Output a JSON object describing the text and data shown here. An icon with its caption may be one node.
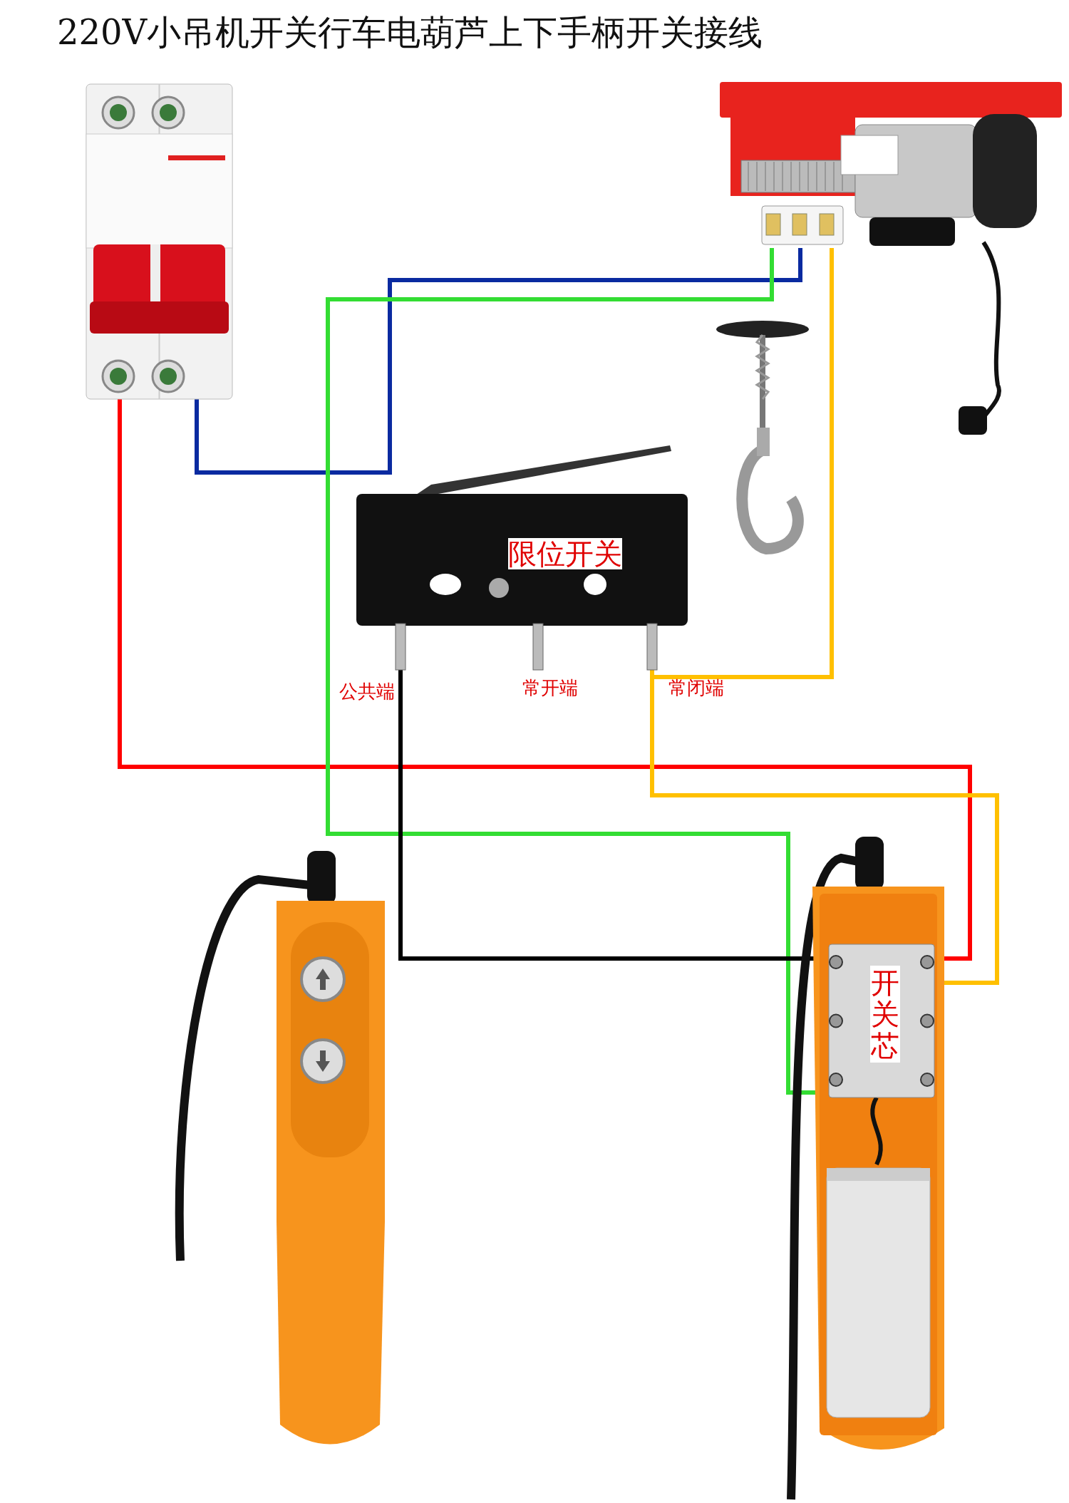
{
  "diagram": {
    "title": "220V小吊机开关行车电葫芦上下手柄开关接线",
    "nodes": [
      {
        "text": [],
        "shape": "picture"
      },
      {
        "text": [],
        "shape": "picture"
      },
      {
        "text": [
          "限位开关"
        ]
      },
      {
        "text": [],
        "shape": "picture"
      },
      {
        "text": [],
        "shape": "picture"
      },
      {
        "text": [
          "开关芯"
        ],
        "in": 4
      }
    ],
    "edges": [
      {
        "from": 0,
        "to": 5,
        "arrow": "none",
        "color": "#ff0000"
      },
      {
        "from": 0,
        "to": 1,
        "arrow": "none",
        "color": "#0a2aa0"
      },
      {
        "from": 1,
        "to": 5,
        "arrow": "none",
        "color": "#33dd33"
      },
      {
        "from": 1,
        "to": 2,
        "arrow": "none",
        "color": "#ffc000"
      },
      {
        "from": 2,
        "to": 5,
        "arrow": "none",
        "color": "#ffc000"
      },
      {
        "from": 2,
        "to": 5,
        "arrow": "none",
        "color": "#000000"
      }
    ],
    "labels": [
      "公共端",
      "常开端",
      "常闭端"
    ]
  }
}
